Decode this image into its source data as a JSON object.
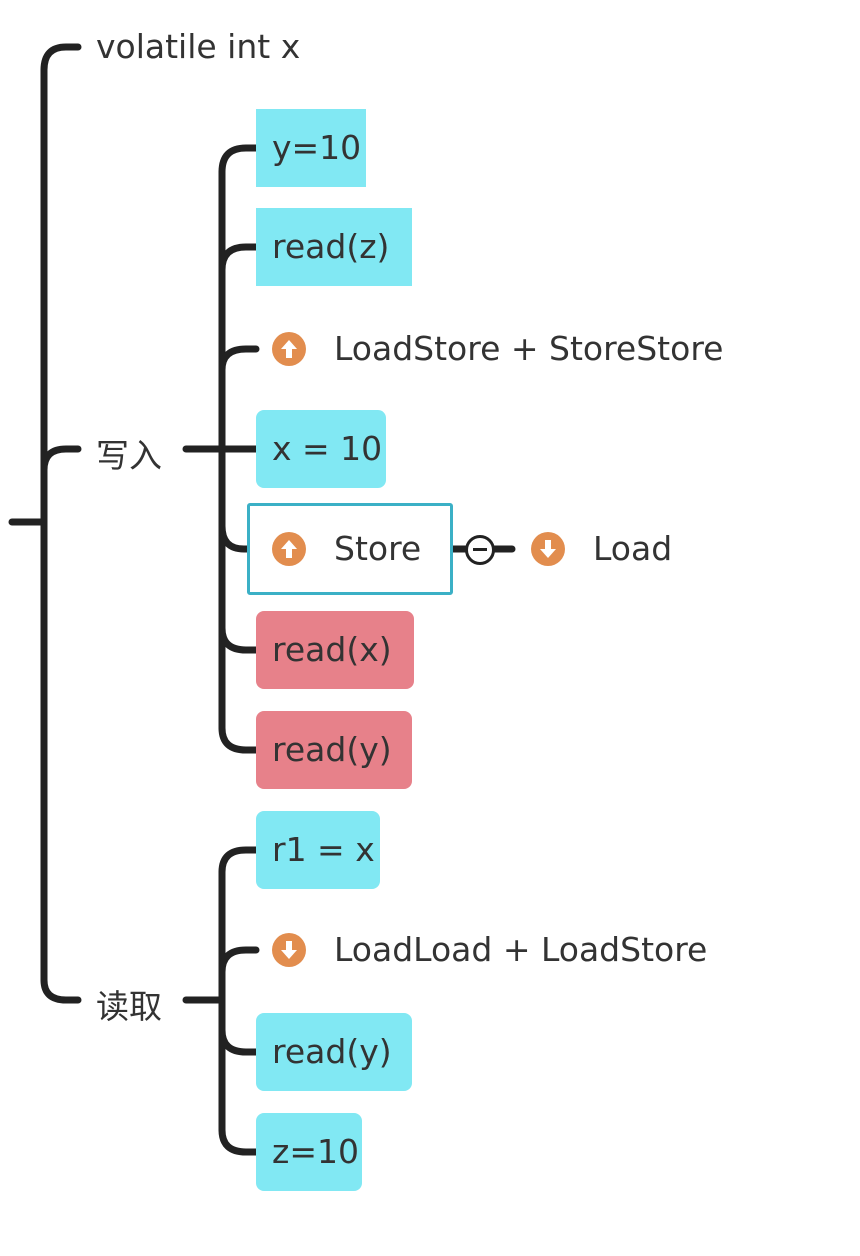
{
  "root": {
    "label": "volatile int x"
  },
  "write_branch": {
    "label": "写入",
    "children": [
      {
        "label": "y=10"
      },
      {
        "label": "read(z)"
      },
      {
        "label": "LoadStore + StoreStore",
        "icon": "arrow-up-icon"
      },
      {
        "label": "x = 10"
      },
      {
        "label": "Store",
        "icon": "arrow-up-icon",
        "linked": {
          "label": "Load",
          "icon": "arrow-down-icon"
        }
      },
      {
        "label": "read(x)"
      },
      {
        "label": "read(y)"
      }
    ]
  },
  "read_branch": {
    "label": "读取",
    "children": [
      {
        "label": "r1 = x"
      },
      {
        "label": "LoadLoad + LoadStore",
        "icon": "arrow-down-icon"
      },
      {
        "label": "read(y)"
      },
      {
        "label": "z=10"
      }
    ]
  },
  "colors": {
    "cyan_node": "#81e8f3",
    "red_node": "#e7818a",
    "icon_orange": "#e28d4e",
    "selection_border": "#3bb0c6",
    "connector": "#222222"
  }
}
